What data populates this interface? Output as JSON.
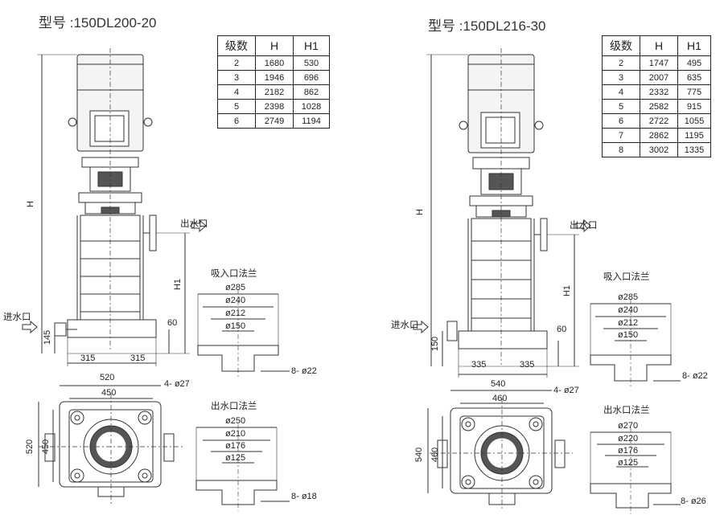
{
  "left": {
    "model_title": "型号 :150DL200-20",
    "table": {
      "headers": [
        "级数",
        "H",
        "H1"
      ],
      "rows": [
        [
          "2",
          "1680",
          "530"
        ],
        [
          "3",
          "1946",
          "696"
        ],
        [
          "4",
          "2182",
          "862"
        ],
        [
          "5",
          "2398",
          "1028"
        ],
        [
          "6",
          "2749",
          "1194"
        ]
      ]
    },
    "labels": {
      "H": "H",
      "H1": "H1",
      "outlet": "出水口",
      "inlet": "进水口",
      "dim_145": "145",
      "dim_60": "60",
      "dim_315a": "315",
      "dim_315b": "315",
      "dim_520_top": "520",
      "dim_450_top": "450",
      "holes_top": "4- ø27",
      "dim_520_side": "520",
      "dim_450_side": "450"
    },
    "suction_flange": {
      "title": "吸入口法兰",
      "d1": "ø285",
      "d2": "ø240",
      "d3": "ø212",
      "d4": "ø150",
      "bolts": "8- ø22"
    },
    "outlet_flange": {
      "title": "出水口法兰",
      "d1": "ø250",
      "d2": "ø210",
      "d3": "ø176",
      "d4": "ø125",
      "bolts": "8- ø18"
    }
  },
  "right": {
    "model_title": "型号 :150DL216-30",
    "table": {
      "headers": [
        "级数",
        "H",
        "H1"
      ],
      "rows": [
        [
          "2",
          "1747",
          "495"
        ],
        [
          "3",
          "2007",
          "635"
        ],
        [
          "4",
          "2332",
          "775"
        ],
        [
          "5",
          "2582",
          "915"
        ],
        [
          "6",
          "2722",
          "1055"
        ],
        [
          "7",
          "2862",
          "1195"
        ],
        [
          "8",
          "3002",
          "1335"
        ]
      ]
    },
    "labels": {
      "H": "H",
      "H1": "H1",
      "outlet": "出水口",
      "inlet": "进水口",
      "dim_150": "150",
      "dim_60": "60",
      "dim_335a": "335",
      "dim_335b": "335",
      "dim_540_top": "540",
      "dim_460_top": "460",
      "holes_top": "4- ø27",
      "dim_540_side": "540",
      "dim_460_side": "460"
    },
    "suction_flange": {
      "title": "吸入口法兰",
      "d1": "ø285",
      "d2": "ø240",
      "d3": "ø212",
      "d4": "ø150",
      "bolts": "8- ø22"
    },
    "outlet_flange": {
      "title": "出水口法兰",
      "d1": "ø270",
      "d2": "ø220",
      "d3": "ø176",
      "d4": "ø125",
      "bolts": "8- ø26"
    }
  }
}
